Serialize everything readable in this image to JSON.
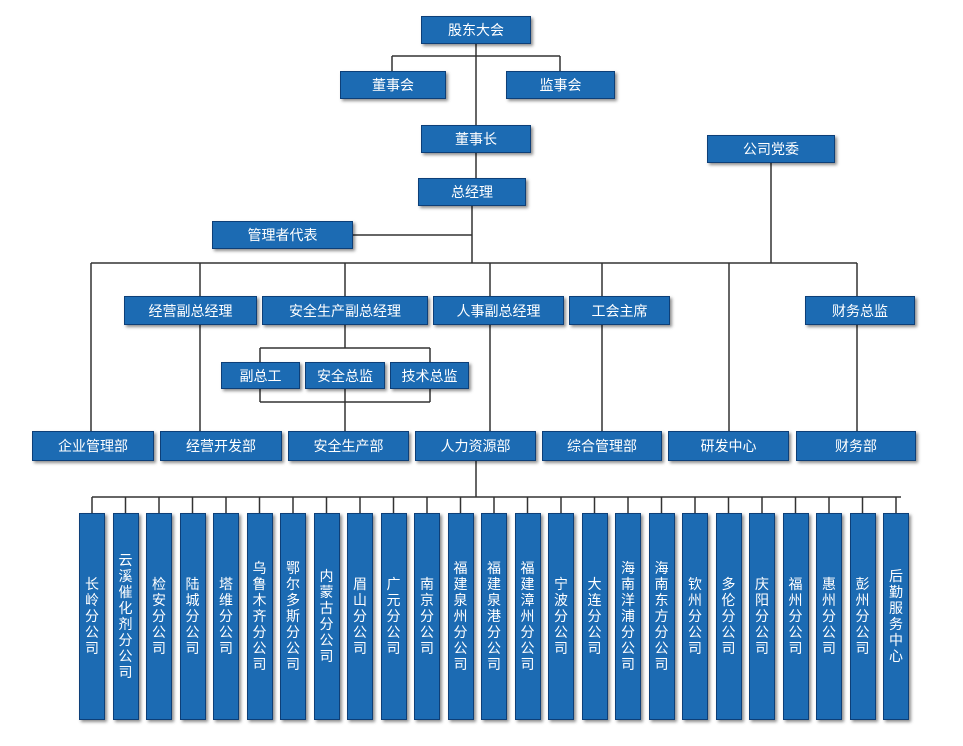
{
  "shareholders": "股东大会",
  "board": "董事会",
  "supervisors": "监事会",
  "chairman": "董事长",
  "party": "公司党委",
  "gm": "总经理",
  "rep": "管理者代表",
  "vps": [
    "经营副总经理",
    "安全生产副总经理",
    "人事副总经理",
    "工会主席"
  ],
  "cfo": "财务总监",
  "subs": [
    "副总工",
    "安全总监",
    "技术总监"
  ],
  "depts": [
    "企业管理部",
    "经营开发部",
    "安全生产部",
    "人力资源部",
    "综合管理部",
    "研发中心",
    "财务部"
  ],
  "branches": [
    "长岭分公司",
    "云溪催化剂分公司",
    "检安分公司",
    "陆城分公司",
    "塔维分公司",
    "乌鲁木齐分公司",
    "鄂尔多斯分公司",
    "内蒙古分公司",
    "眉山分公司",
    "广元分公司",
    "南京分公司",
    "福建泉州分公司",
    "福建泉港分公司",
    "福建漳州分公司",
    "宁波分公司",
    "大连分公司",
    "海南洋浦分公司",
    "海南东方分公司",
    "钦州分公司",
    "多伦分公司",
    "庆阳分公司",
    "福州分公司",
    "惠州分公司",
    "彭州分公司",
    "后勤服务中心"
  ],
  "colors": {
    "box": "#1c6bb3",
    "line": "#333333"
  }
}
